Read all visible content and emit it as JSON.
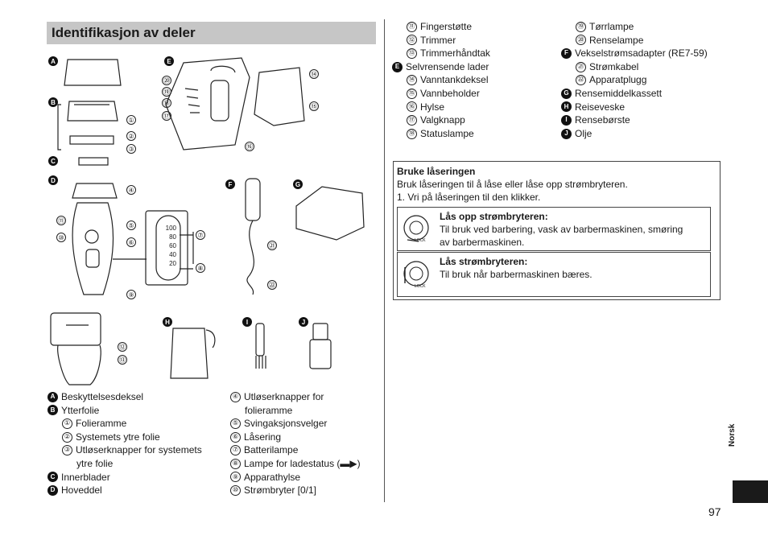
{
  "header": {
    "title": "Identifikasjon av deler"
  },
  "figure": {
    "letters": [
      "A",
      "B",
      "C",
      "D",
      "E",
      "F",
      "G",
      "H",
      "I",
      "J"
    ],
    "callouts": [
      "①",
      "②",
      "③",
      "④",
      "⑤",
      "⑥",
      "⑦",
      "⑧",
      "⑨",
      "⑩",
      "⑪",
      "⑫",
      "⑬",
      "⑭",
      "⑮",
      "⑯",
      "⑰",
      "⑱",
      "⑲",
      "⑳",
      "㉑",
      "㉒"
    ],
    "battery_scale": [
      "100",
      "80",
      "60",
      "40",
      "20"
    ]
  },
  "left_list": [
    {
      "m": "A",
      "t": "Beskyttelsesdeksel"
    },
    {
      "m": "B",
      "t": "Ytterfolie"
    },
    {
      "m": "①",
      "t": "Folieramme"
    },
    {
      "m": "②",
      "t": "Systemets ytre folie"
    },
    {
      "m": "③",
      "t": "Utløserknapper for systemets"
    },
    {
      "m": "",
      "t": "ytre folie"
    },
    {
      "m": "C",
      "t": "Innerblader"
    },
    {
      "m": "D",
      "t": "Hoveddel"
    }
  ],
  "mid_list": [
    {
      "m": "④",
      "t": "Utløserknapper for"
    },
    {
      "m": "",
      "t": "folieramme"
    },
    {
      "m": "⑤",
      "t": "Svingaksjonsvelger"
    },
    {
      "m": "⑥",
      "t": "Låsering"
    },
    {
      "m": "⑦",
      "t": "Batterilampe"
    },
    {
      "m": "⑧",
      "t": "Lampe for ladestatus (",
      "suffix": ")"
    },
    {
      "m": "⑨",
      "t": "Apparathylse"
    },
    {
      "m": "⑩",
      "t": "Strømbryter [0/1]"
    }
  ],
  "right_list_1": [
    {
      "m": "⑪",
      "t": "Fingerstøtte"
    },
    {
      "m": "⑫",
      "t": "Trimmer"
    },
    {
      "m": "⑬",
      "t": "Trimmerhåndtak"
    },
    {
      "m": "E",
      "t": "Selvrensende lader"
    },
    {
      "m": "⑭",
      "t": "Vanntankdeksel"
    },
    {
      "m": "⑮",
      "t": "Vannbeholder"
    },
    {
      "m": "⑯",
      "t": "Hylse"
    },
    {
      "m": "⑰",
      "t": "Valgknapp"
    },
    {
      "m": "⑱",
      "t": "Statuslampe"
    }
  ],
  "right_list_2": [
    {
      "m": "⑲",
      "t": "Tørrlampe"
    },
    {
      "m": "⑳",
      "t": "Renselampe"
    },
    {
      "m": "F",
      "t": "Vekselstrømsadapter (RE7-59)"
    },
    {
      "m": "㉑",
      "t": "Strømkabel"
    },
    {
      "m": "㉒",
      "t": "Apparatplugg"
    },
    {
      "m": "G",
      "t": "Rensemiddelkassett"
    },
    {
      "m": "H",
      "t": "Reiseveske"
    },
    {
      "m": "I",
      "t": "Rensebørste"
    },
    {
      "m": "J",
      "t": "Olje"
    }
  ],
  "lock_box": {
    "heading": "Bruke låseringen",
    "intro": "Bruk låseringen til å låse eller låse opp strømbryteren.",
    "step": "1.  Vri på låseringen til den klikker.",
    "unlock_title": "Lås opp strømbryteren:",
    "unlock_text_1": "Til bruk ved barbering, vask av barbermaskinen, smøring",
    "unlock_text_2": "av barbermaskinen.",
    "lock_title": "Lås strømbryteren:",
    "lock_text": "Til bruk når barbermaskinen bæres.",
    "icon_label": "LOCK"
  },
  "footer": {
    "language": "Norsk",
    "page": "97"
  }
}
